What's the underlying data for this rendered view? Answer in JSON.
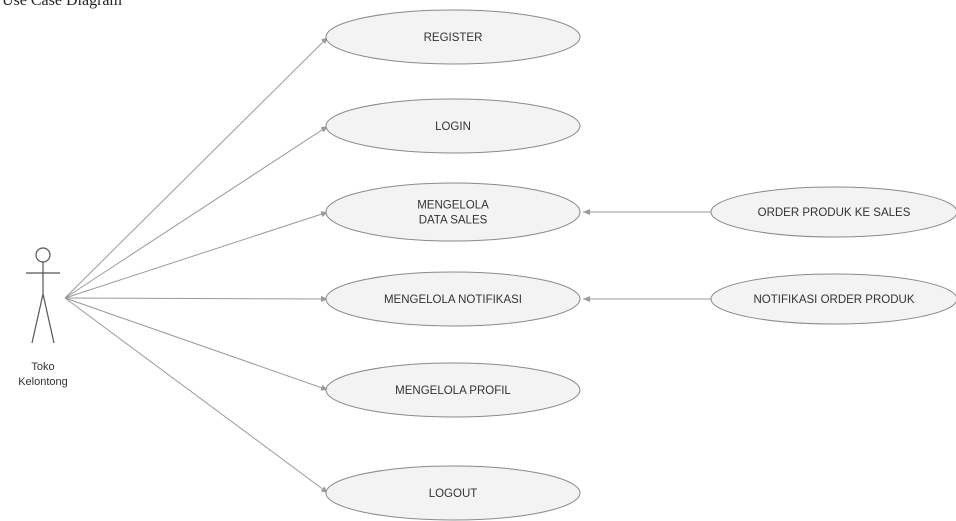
{
  "header_text": "Use Case Diagram",
  "actor": {
    "name_line1": "Toko",
    "name_line2": "Kelontong"
  },
  "use_cases": [
    {
      "id": "register",
      "lines": [
        "REGISTER"
      ]
    },
    {
      "id": "login",
      "lines": [
        "LOGIN"
      ]
    },
    {
      "id": "mengelola-data-sales",
      "lines": [
        "MENGELOLA",
        "DATA SALES"
      ]
    },
    {
      "id": "mengelola-notifikasi",
      "lines": [
        "MENGELOLA NOTIFIKASI"
      ]
    },
    {
      "id": "mengelola-profil",
      "lines": [
        "MENGELOLA PROFIL"
      ]
    },
    {
      "id": "logout",
      "lines": [
        "LOGOUT"
      ]
    }
  ],
  "extension_use_cases": [
    {
      "id": "order-produk-ke-sales",
      "lines": [
        "ORDER PRODUK KE SALES"
      ],
      "target": "mengelola-data-sales"
    },
    {
      "id": "notifikasi-order-produk",
      "lines": [
        "NOTIFIKASI ORDER PRODUK"
      ],
      "target": "mengelola-notifikasi"
    }
  ],
  "colors": {
    "ellipse_fill": "#f3f3f3",
    "stroke": "#8a8a8a",
    "line": "#9a9a9a",
    "text": "#333333"
  }
}
